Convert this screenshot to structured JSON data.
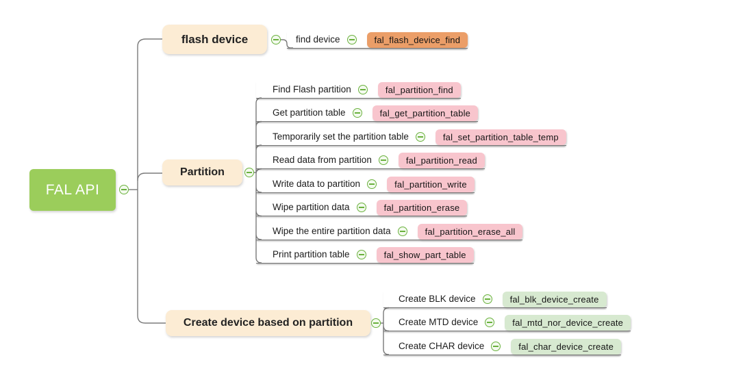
{
  "root": {
    "label": "FAL API"
  },
  "branches": [
    {
      "label": "flash device",
      "children": [
        {
          "label": "find device",
          "api": "fal_flash_device_find"
        }
      ]
    },
    {
      "label": "Partition",
      "children": [
        {
          "label": "Find Flash partition",
          "api": "fal_partition_find"
        },
        {
          "label": "Get partition table",
          "api": "fal_get_partition_table"
        },
        {
          "label": "Temporarily set the partition table",
          "api": "fal_set_partition_table_temp"
        },
        {
          "label": "Read data from partition",
          "api": "fal_partition_read"
        },
        {
          "label": "Write data to partition",
          "api": "fal_partition_write"
        },
        {
          "label": "Wipe partition data",
          "api": "fal_partition_erase"
        },
        {
          "label": "Wipe the entire partition data",
          "api": "fal_partition_erase_all"
        },
        {
          "label": "Print partition table",
          "api": "fal_show_part_table"
        }
      ]
    },
    {
      "label": "Create device based on partition",
      "children": [
        {
          "label": "Create BLK device",
          "api": "fal_blk_device_create"
        },
        {
          "label": "Create MTD device",
          "api": "fal_mtd_nor_device_create"
        },
        {
          "label": "Create CHAR device",
          "api": "fal_char_device_create"
        }
      ]
    }
  ],
  "icons": {
    "collapse": "minus-circle-icon"
  },
  "colors": {
    "root_node": "#9bcd5b",
    "branch_node": "#fcecd4",
    "api_flash_device": "#eb9e68",
    "api_partition": "#f8c5cd",
    "api_create_device": "#d7e9d0",
    "connector_line": "#767676",
    "collapse_icon_green": "#69b13c",
    "root_text": "#ffffff",
    "node_text": "#1b1b1b"
  }
}
